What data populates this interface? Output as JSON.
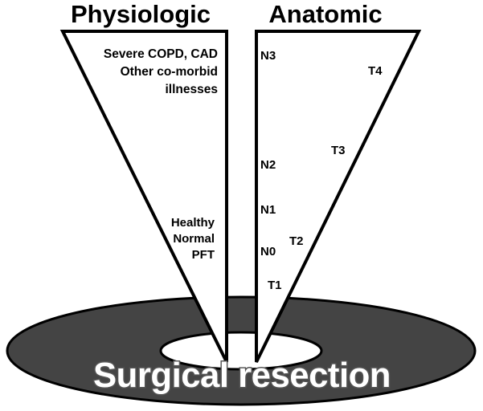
{
  "physiologic": {
    "title": "Physiologic",
    "top_lines": [
      "Severe COPD, CAD",
      "Other co-morbid",
      "illnesses"
    ],
    "bottom_lines": [
      "Healthy",
      "Normal",
      "PFT"
    ]
  },
  "anatomic": {
    "title": "Anatomic",
    "n_labels": [
      "N3",
      "N2",
      "N1",
      "N0"
    ],
    "t_labels": [
      "T4",
      "T3",
      "T2",
      "T1"
    ]
  },
  "base": {
    "label": "Surgical resection"
  },
  "colors": {
    "disc": "#444444",
    "outline": "#000000",
    "hole": "#ffffff"
  }
}
